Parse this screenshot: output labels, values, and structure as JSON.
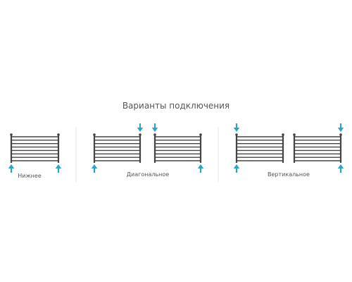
{
  "title": "Варианты подключения",
  "colors": {
    "rail": "#444444",
    "arrow": "#2aa5c4",
    "divider": "#e4e4e4",
    "text": "#555555"
  },
  "groups": [
    {
      "label": "Нижнее",
      "radiators": [
        {
          "inlet": "bottom-left-up",
          "outlet": "bottom-right-up"
        }
      ]
    },
    {
      "label": "Диагональное",
      "radiators": [
        {
          "inlet": "top-right-down",
          "outlet": "bottom-left-up"
        },
        {
          "inlet": "top-left-down",
          "outlet": "bottom-right-up"
        }
      ]
    },
    {
      "label": "Вертикальное",
      "radiators": [
        {
          "inlet": "top-left-down",
          "outlet": "bottom-left-up"
        },
        {
          "inlet": "top-right-down",
          "outlet": "bottom-right-up"
        }
      ]
    }
  ]
}
